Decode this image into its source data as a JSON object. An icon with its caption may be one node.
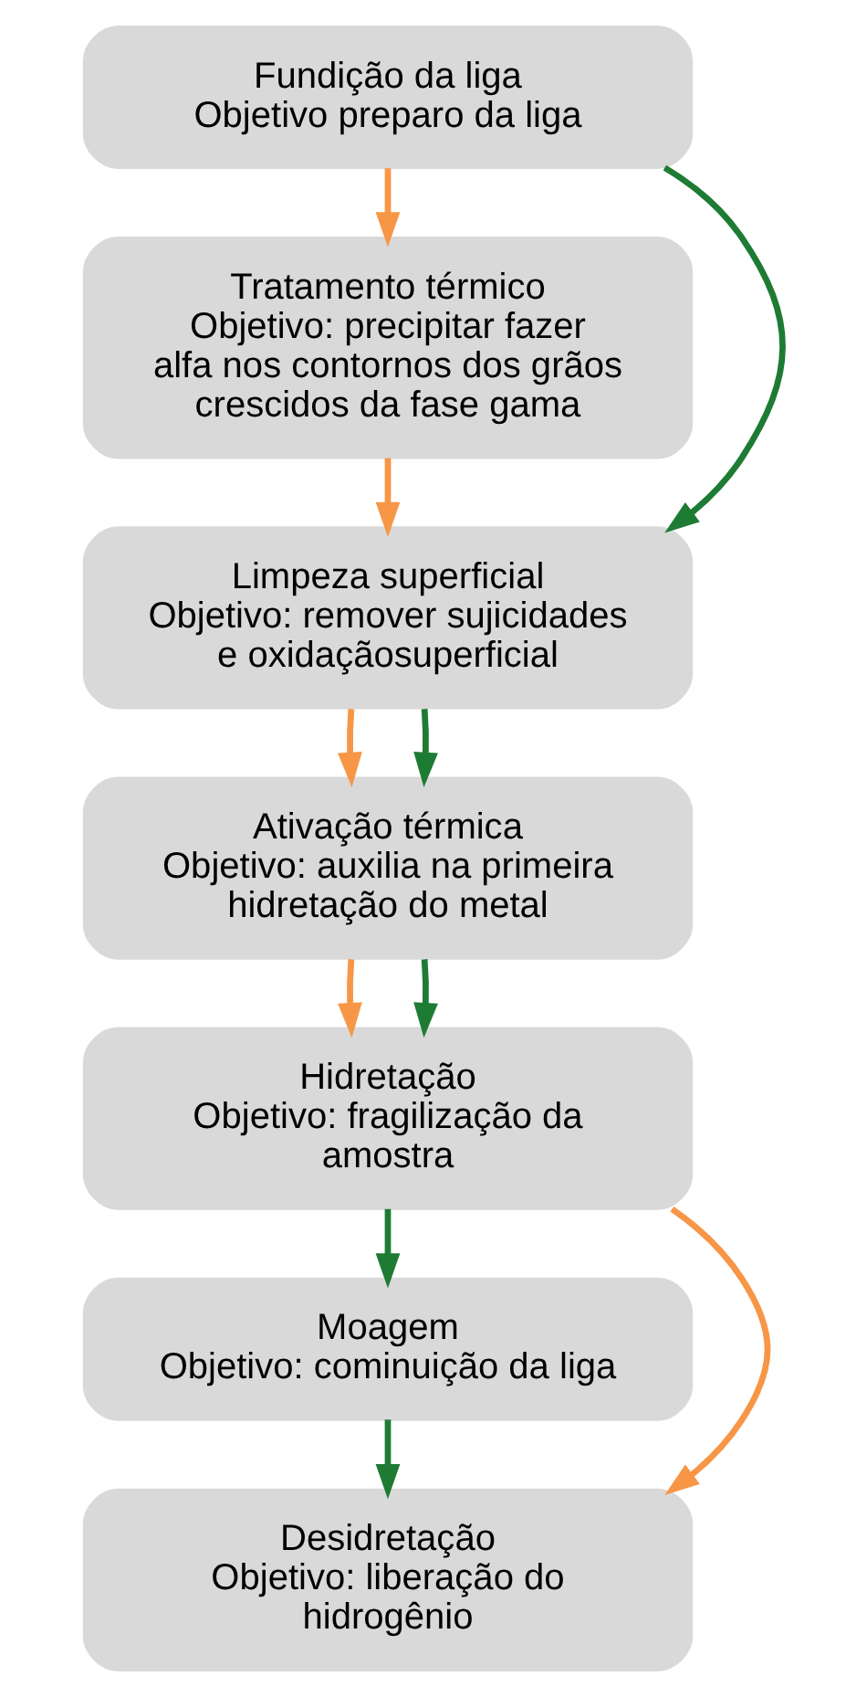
{
  "diagram": {
    "nodes": [
      {
        "text": [
          "Fundição da liga",
          "Objetivo preparo da liga"
        ]
      },
      {
        "text": [
          "Tratamento térmico",
          "Objetivo: precipitar fazer alfa nos contornos dos grãos crescidos da fase gama"
        ]
      },
      {
        "text": [
          "Limpeza superficial",
          "Objetivo: remover sujicidades e oxidaçãosuperficial"
        ]
      },
      {
        "text": [
          "Ativação térmica",
          "Objetivo: auxilia na primeira hidretação do metal"
        ]
      },
      {
        "text": [
          "Hidretação",
          "Objetivo: fragilização da amostra"
        ]
      },
      {
        "text": [
          "Moagem",
          "Objetivo: cominuição da liga"
        ]
      },
      {
        "text": [
          "Desidretação",
          "Objetivo: liberação do hidrogênio"
        ]
      }
    ],
    "edges": [
      {
        "from": 0,
        "to": 1,
        "arrow": "to",
        "color": "#f79646"
      },
      {
        "from": 0,
        "to": 2,
        "arrow": "to",
        "color": "#1e7b34"
      },
      {
        "from": 1,
        "to": 2,
        "arrow": "to",
        "color": "#f79646"
      },
      {
        "from": 2,
        "to": 3,
        "arrow": "to",
        "color": "#f79646"
      },
      {
        "from": 2,
        "to": 3,
        "arrow": "to",
        "color": "#1e7b34"
      },
      {
        "from": 3,
        "to": 4,
        "arrow": "to",
        "color": "#f79646"
      },
      {
        "from": 3,
        "to": 4,
        "arrow": "to",
        "color": "#1e7b34"
      },
      {
        "from": 4,
        "to": 5,
        "arrow": "to",
        "color": "#1e7b34"
      },
      {
        "from": 4,
        "to": 6,
        "arrow": "to",
        "color": "#f79646"
      },
      {
        "from": 5,
        "to": 6,
        "arrow": "to",
        "color": "#1e7b34"
      }
    ]
  }
}
